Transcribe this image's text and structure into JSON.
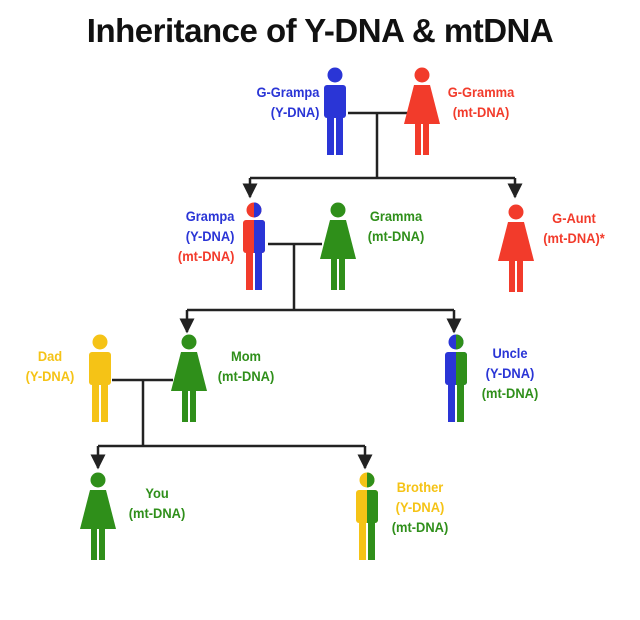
{
  "title": "Inheritance of Y-DNA & mtDNA",
  "colors": {
    "blue": "#2a35d6",
    "red": "#f23b2b",
    "green": "#2f8f1a",
    "yellow": "#f5c316",
    "line": "#222222"
  },
  "people": {
    "g_grampa": {
      "name": "G-Grampa",
      "dna": [
        "(Y-DNA)"
      ]
    },
    "g_gramma": {
      "name": "G-Gramma",
      "dna": [
        "(mt-DNA)"
      ]
    },
    "grampa": {
      "name": "Grampa",
      "dna": [
        "(Y-DNA)",
        "(mt-DNA)"
      ]
    },
    "gramma": {
      "name": "Gramma",
      "dna": [
        "(mt-DNA)"
      ]
    },
    "g_aunt": {
      "name": "G-Aunt",
      "dna": [
        "(mt-DNA)*"
      ]
    },
    "dad": {
      "name": "Dad",
      "dna": [
        "(Y-DNA)"
      ]
    },
    "mom": {
      "name": "Mom",
      "dna": [
        "(mt-DNA)"
      ]
    },
    "uncle": {
      "name": "Uncle",
      "dna": [
        "(Y-DNA)",
        "(mt-DNA)"
      ]
    },
    "you": {
      "name": "You",
      "dna": [
        "(mt-DNA)"
      ]
    },
    "brother": {
      "name": "Brother",
      "dna": [
        "(Y-DNA)",
        "(mt-DNA)"
      ]
    }
  }
}
